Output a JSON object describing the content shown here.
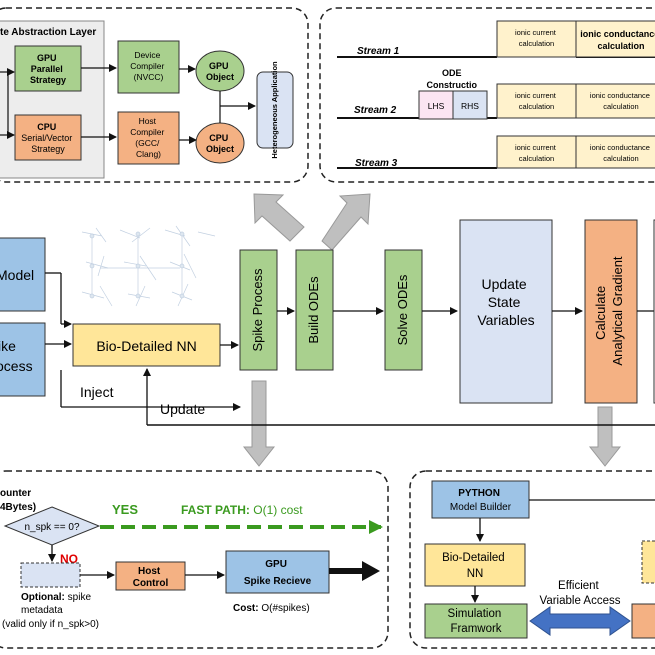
{
  "colors": {
    "green": "#a9d08e",
    "orange": "#f4b183",
    "yellow": "#ffe699",
    "blue": "#bdd7ee",
    "blue_dark": "#9dc3e6",
    "cream": "#fff2cc",
    "pink": "#fbe5f2",
    "lavender": "#dae3f3",
    "arrow_gray": "#bfbfbf",
    "fast_path": "#3a9a1f",
    "no_red": "#e00000",
    "access_blue": "#4472c4"
  },
  "hal": {
    "title": "te Abstraction Layer",
    "gpu_strategy": [
      "GPU",
      "Parallel",
      "Strategy"
    ],
    "cpu_strategy": [
      "CPU",
      "Serial/Vector",
      "Strategy"
    ],
    "device_compiler": [
      "Device",
      "Compiler",
      "(NVCC)"
    ],
    "host_compiler": [
      "Host",
      "Compiler",
      "(GCC/",
      "Clang)"
    ],
    "gpu_object": [
      "GPU",
      "Object"
    ],
    "cpu_object": [
      "CPU",
      "Object"
    ],
    "hetero_app": "Heterogeneous Application"
  },
  "streams": {
    "labels": [
      "Stream 1",
      "Stream 2",
      "Stream 3"
    ],
    "ionic_current": [
      "ionic current",
      "calculation"
    ],
    "ionic_conductance": [
      "ionic conductance",
      "calculation"
    ],
    "ode_title": [
      "ODE",
      "Constructio",
      "n"
    ],
    "lhs": "LHS",
    "rhs": "RHS"
  },
  "pipeline": {
    "model": "Model",
    "spike_process": [
      "ike",
      "ocess"
    ],
    "bio_nn": "Bio-Detailed NN",
    "inject": "Inject",
    "update": "Update",
    "spike_stage": "Spike Process",
    "build_odes": "Build ODEs",
    "solve_odes": "Solve ODEs",
    "update_state": [
      "Update",
      "State",
      "Variables"
    ],
    "gradient": [
      "Calculate",
      "Analytical Gradient"
    ]
  },
  "spike_panel": {
    "counter": [
      "ounter",
      "4Bytes)"
    ],
    "condition": "n_spk == 0?",
    "yes": "YES",
    "fast_path_bold": "FAST PATH:",
    "fast_path_cost": "O(1) cost",
    "no": "NO",
    "optional": [
      "Optional:",
      "spike",
      "metadata",
      "(valid only if n_spk>0)"
    ],
    "host_control": [
      "Host",
      "Control"
    ],
    "gpu_recv": [
      "GPU",
      "Spike Recieve"
    ],
    "cost_label": "Cost:",
    "cost_value": "O(#spikes)"
  },
  "python_panel": {
    "python": "PYTHON",
    "model_builder": "Model Builder",
    "bio_nn": [
      "Bio-Detailed",
      "NN"
    ],
    "efficient": [
      "Efficient",
      "Variable Access"
    ],
    "sim_framework": [
      "Simulation",
      "Framwork"
    ]
  }
}
